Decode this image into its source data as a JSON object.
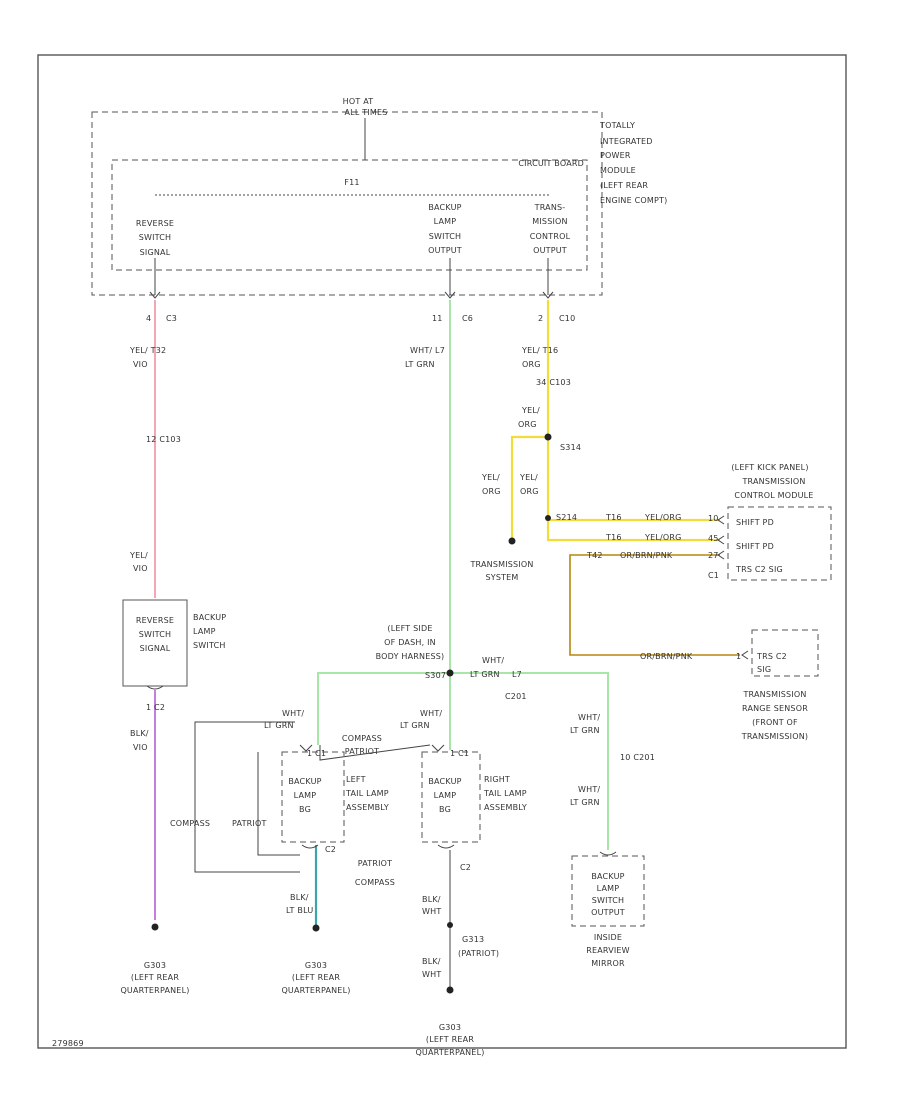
{
  "colors": {
    "yel_vio": "#f4a6b4",
    "wht_ltgrn": "#a8e6a8",
    "yel_org": "#f2dc3c",
    "org_brn": "#b8860b",
    "blk_vio": "#c27fe0",
    "blk_ltblu": "#3aa7a7",
    "line": "#444444"
  },
  "tipm": {
    "hot_at": "HOT AT",
    "all_times": "ALL TIMES",
    "name": [
      "TOTALLY",
      "INTEGRATED",
      "POWER",
      "MODULE",
      "(LEFT REAR",
      "ENGINE COMPT)"
    ],
    "circuit_board": "CIRCUIT BOARD",
    "fuse": "F11",
    "reverse_signal": [
      "REVERSE",
      "SWITCH",
      "SIGNAL"
    ],
    "backup_output": [
      "BACKUP",
      "LAMP",
      "SWITCH",
      "OUTPUT"
    ],
    "trans_output": [
      "TRANS-",
      "MISSION",
      "CONTROL",
      "OUTPUT"
    ]
  },
  "connectors": {
    "c3_left": {
      "pin": "4",
      "name": "C3"
    },
    "c6": {
      "pin": "11",
      "name": "C6"
    },
    "c10": {
      "pin": "2",
      "name": "C10"
    },
    "c103_left": "12 C103",
    "c103_right": "34 C103",
    "c2_left": "1 C2",
    "c1_lt": "1 C1",
    "c1_rt": "1 C1",
    "c2_lt": "C2",
    "c2_rt": "C2",
    "c201": "10 C201",
    "c1_tcm": "C1",
    "tcm_pin_a": "10",
    "tcm_pin_b": "45",
    "tcm_pin_c": "27",
    "trs_pin": "1"
  },
  "wires": {
    "yel_vio_top": [
      "YEL/ T32",
      "VIO"
    ],
    "yel_vio_bottom": [
      "YEL/",
      "VIO"
    ],
    "wht_ltgrn_top": [
      "WHT/ L7",
      "LT GRN"
    ],
    "yel_org_top": [
      "YEL/ T16",
      "ORG"
    ],
    "yel_org_mid": [
      "YEL/",
      "ORG"
    ],
    "yel_org_left": [
      "YEL/",
      "ORG"
    ],
    "yel_org_right": [
      "YEL/",
      "ORG"
    ],
    "t16_a": "T16",
    "yel_org_a": "YEL/ORG",
    "t16_b": "T16",
    "yel_org_b": "YEL/ORG",
    "t42": "T42",
    "org_brn_a": "OR/BRN/PNK",
    "org_brn_b": "OR/BRN/PNK",
    "blk_vio": [
      "BLK/",
      "VIO"
    ],
    "blk_ltblu": [
      "BLK/",
      "LT BLU"
    ],
    "blk_wht_a": [
      "BLK/",
      "WHT"
    ],
    "blk_wht_b": [
      "BLK/",
      "WHT"
    ],
    "wht_ltgrn_splice": [
      "WHT/",
      "LT GRN",
      "L7"
    ],
    "wht_ltgrn_lt": [
      "WHT/",
      "LT GRN"
    ],
    "wht_ltgrn_rt": [
      "WHT/",
      "LT GRN"
    ],
    "wht_ltgrn_right": [
      "WHT/",
      "LT GRN"
    ],
    "wht_ltgrn_mirror": [
      "WHT/",
      "LT GRN"
    ],
    "compass_patriot": [
      "COMPASS",
      "PATRIOT"
    ],
    "compass_label": "COMPASS",
    "patriot_label": "PATRIOT",
    "patriot_compass": [
      "PATRIOT",
      "COMPASS"
    ]
  },
  "splices": {
    "s314": "S314",
    "s214": "S214",
    "s307": "S307",
    "c201_label": "C201",
    "g313": [
      "G313",
      "(PATRIOT)"
    ]
  },
  "components": {
    "tcm": [
      "(LEFT KICK PANEL)",
      "TRANSMISSION",
      "CONTROL MODULE"
    ],
    "tcm_pins": [
      "SHIFT PD",
      "SHIFT PD",
      "TRS C2 SIG"
    ],
    "trans_system": [
      "TRANSMISSION",
      "SYSTEM"
    ],
    "trs": [
      "TRANSMISSION",
      "RANGE SENSOR",
      "(FRONT OF",
      "TRANSMISSION)"
    ],
    "trs_pin_label": [
      "TRS C2",
      "SIG"
    ],
    "reverse_switch": [
      "REVERSE",
      "SWITCH",
      "SIGNAL"
    ],
    "reverse_switch_name": [
      "BACKUP",
      "LAMP",
      "SWITCH"
    ],
    "body_harness": [
      "(LEFT SIDE",
      "OF DASH, IN",
      "BODY HARNESS)"
    ],
    "lt_lamp": [
      "BACKUP",
      "LAMP",
      "BG"
    ],
    "lt_lamp_name": [
      "LEFT",
      "TAIL LAMP",
      "ASSEMBLY"
    ],
    "rt_lamp": [
      "BACKUP",
      "LAMP",
      "BG"
    ],
    "rt_lamp_name": [
      "RIGHT",
      "TAIL LAMP",
      "ASSEMBLY"
    ],
    "mirror": [
      "BACKUP",
      "LAMP",
      "SWITCH",
      "OUTPUT"
    ],
    "mirror_name": [
      "INSIDE",
      "REARVIEW",
      "MIRROR"
    ]
  },
  "grounds": {
    "g303_a": [
      "G303",
      "(LEFT REAR",
      "QUARTERPANEL)"
    ],
    "g303_b": [
      "G303",
      "(LEFT REAR",
      "QUARTERPANEL)"
    ],
    "g303_c": [
      "G303",
      "(LEFT REAR",
      "QUARTERPANEL)"
    ]
  },
  "footer": {
    "id": "279869"
  }
}
